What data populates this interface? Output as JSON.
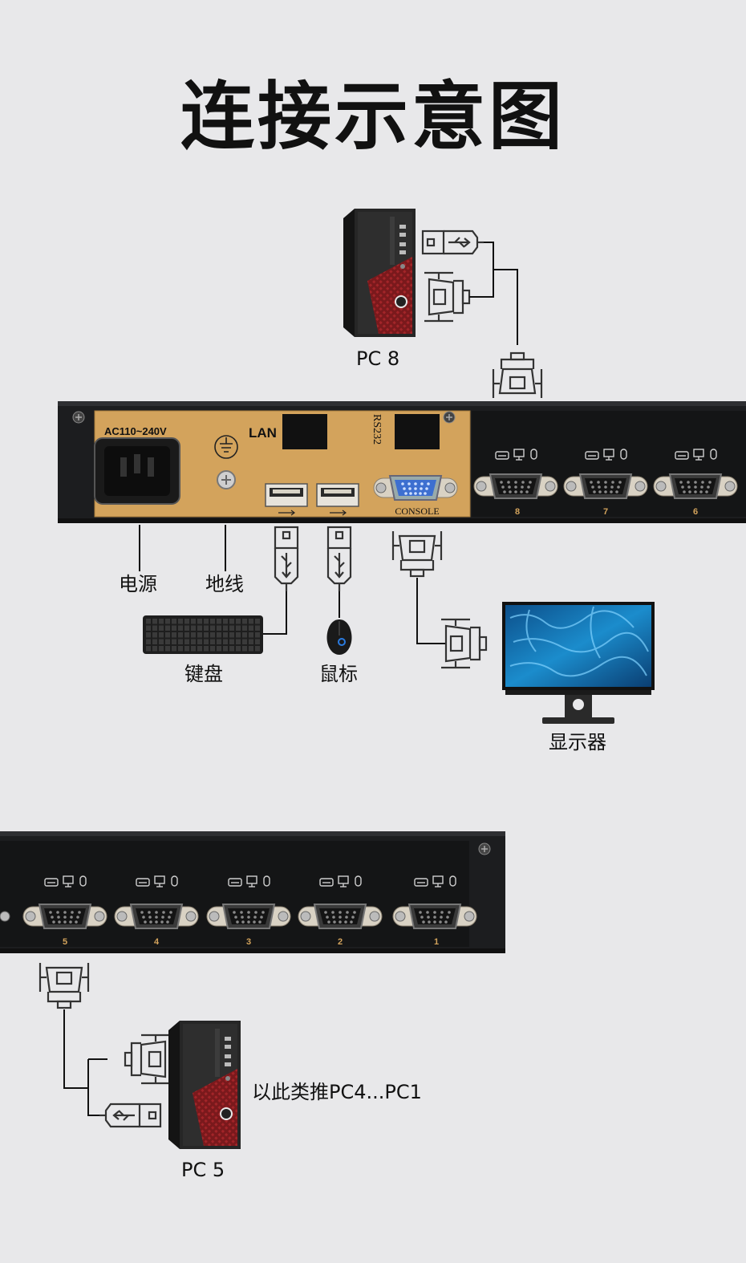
{
  "title": "连接示意图",
  "device_labels": {
    "pc_top": "PC 8",
    "power": "电源",
    "ground": "地线",
    "keyboard": "键盘",
    "mouse": "鼠标",
    "monitor": "显示器",
    "pc_bottom": "PC 5",
    "note": "以此类推PC4...PC1"
  },
  "panel_labels": {
    "ac_input": "AC110~240V",
    "lan": "LAN",
    "rs232": "RS232",
    "console": "CONSOLE"
  },
  "top_ports": [
    "8",
    "7",
    "6"
  ],
  "bottom_ports": [
    "5",
    "4",
    "3",
    "2",
    "1"
  ],
  "colors": {
    "background": "#e8e8ea",
    "chassis": "#1c1d1f",
    "panel_gold": "#d3a35c",
    "vga_blue": "#3d6fd0",
    "pc_red": "#a52528",
    "screen_water": "#1b8ccc"
  }
}
